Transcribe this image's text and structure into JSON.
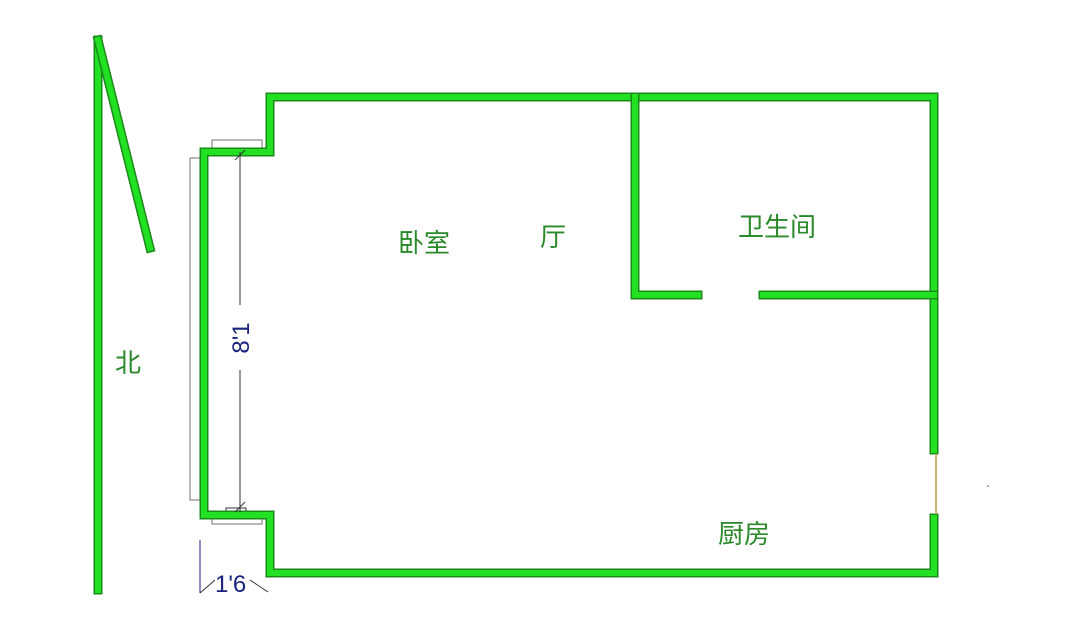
{
  "rooms": {
    "bedroom": "卧室",
    "hall": "厅",
    "bathroom": "卫生间",
    "kitchen": "厨房"
  },
  "compass": {
    "label": "北"
  },
  "dimensions": {
    "window_height": "8'1",
    "window_depth": "1'6"
  },
  "colors": {
    "wall": "#22e022",
    "wall_outline": "#1a8a1a",
    "text": "#2a8a2a",
    "dimension": "#1a237e"
  }
}
